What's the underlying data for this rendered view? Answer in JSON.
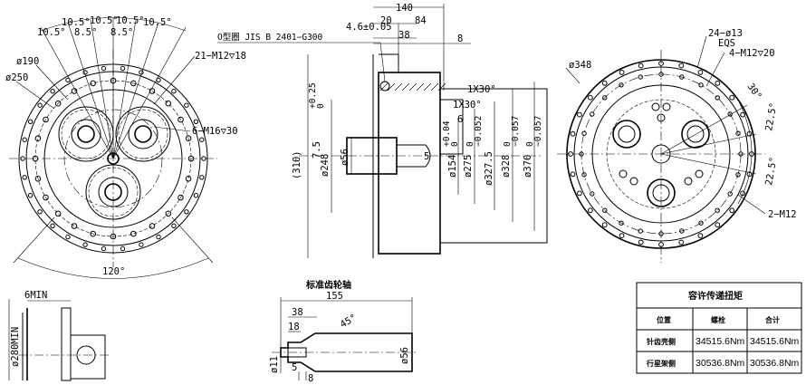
{
  "front_view": {
    "angles": [
      "10.5°",
      "10.5°",
      "10.5°",
      "10.5°",
      "10.5°",
      "8.5°",
      "8.5°"
    ],
    "label_190": "ø190",
    "label_250": "ø250",
    "label_m12": "21−M12▽18",
    "label_m16": "6−M16▽30",
    "label_120": "120°"
  },
  "section_view": {
    "oring": "O型圈 JIS B 2401−G300",
    "d46": "4.6±0.05",
    "d140": "140",
    "d20": "20",
    "d84": "84",
    "d38": "38",
    "d8": "8",
    "d6": "6",
    "d5": "5",
    "c1x30a": "1X30°",
    "c1x30b": "1X30°",
    "d75": "7.5",
    "d75_tol_hi": "+0.25",
    "d75_tol_lo": "0",
    "d310": "(310)",
    "d248": "ø248",
    "d56": "ø56",
    "d154": "ø154",
    "d154_tol_hi": "+0.04",
    "d154_tol_lo": "0",
    "d275": "ø275",
    "d275_tol_hi": "0",
    "d275_tol_lo": "−0.052",
    "d3275": "ø327.5",
    "d328": "ø328",
    "d328_tol_hi": "0",
    "d328_tol_lo": "−0.057",
    "d370": "ø370",
    "d370_tol_hi": "0",
    "d370_tol_lo": "−0.057"
  },
  "rear_view": {
    "label_348": "ø348",
    "label_24": "24−ø13",
    "label_eqs": "EQS",
    "label_m12": "4−M12▽20",
    "a30": "30°",
    "a225a": "22.5°",
    "a225b": "22.5°",
    "label_2m12": "2−M12"
  },
  "mount_view": {
    "d6min": "6MIN",
    "d280": "ø280MIN"
  },
  "shaft_view": {
    "title": "标准齿轮轴",
    "d155": "155",
    "d38": "38",
    "d18": "18",
    "d45": "45°",
    "d11": "ø11",
    "d5": "5",
    "d8": "8",
    "d56": "ø56"
  },
  "torque_table": {
    "title": "容许传递扭矩",
    "headers": [
      "位置",
      "螺栓",
      "合计"
    ],
    "rows": [
      [
        "针齿壳侧",
        "34515.6Nm",
        "34515.6Nm"
      ],
      [
        "行星架侧",
        "30536.8Nm",
        "30536.8Nm"
      ]
    ]
  }
}
